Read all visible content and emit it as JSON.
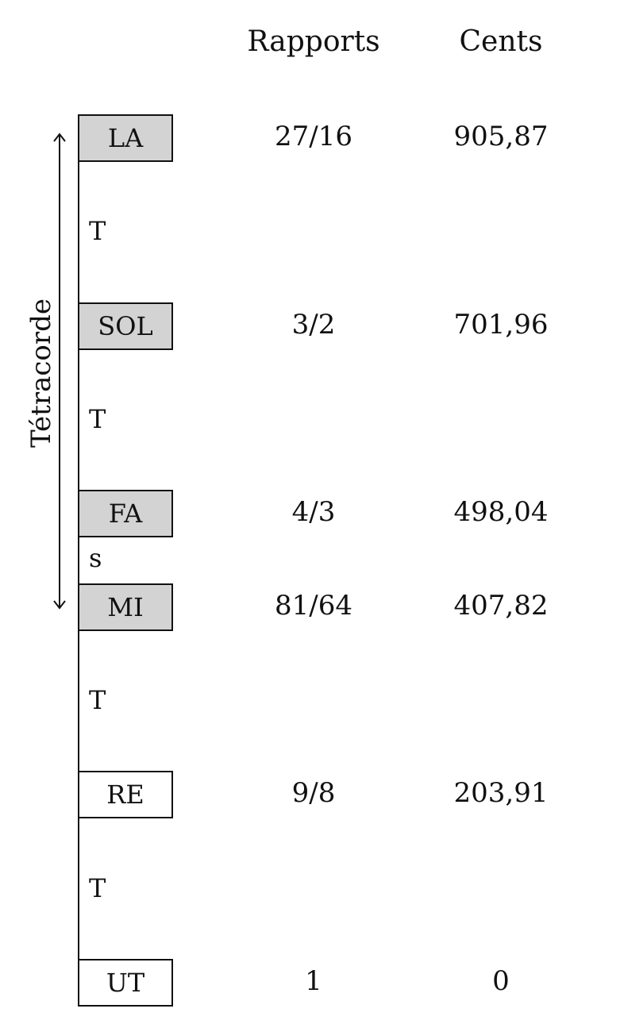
{
  "headers": {
    "rapports": "Rapports",
    "cents": "Cents"
  },
  "tetracorde": {
    "label": "Tétracorde"
  },
  "notes": [
    {
      "name": "LA",
      "ratio": "27/16",
      "cents": "905,87",
      "in_tetracorde": true
    },
    {
      "name": "SOL",
      "ratio": "3/2",
      "cents": "701,96",
      "in_tetracorde": true
    },
    {
      "name": "FA",
      "ratio": "4/3",
      "cents": "498,04",
      "in_tetracorde": true
    },
    {
      "name": "MI",
      "ratio": "81/64",
      "cents": "407,82",
      "in_tetracorde": true
    },
    {
      "name": "RE",
      "ratio": "9/8",
      "cents": "203,91",
      "in_tetracorde": false
    },
    {
      "name": "UT",
      "ratio": "1",
      "cents": "0",
      "in_tetracorde": false
    }
  ],
  "intervals": [
    "T",
    "T",
    "s",
    "T",
    "T"
  ],
  "colors": {
    "tetracorde_fill": "#d3d3d3",
    "plain_fill": "#ffffff",
    "ink": "#111111"
  }
}
